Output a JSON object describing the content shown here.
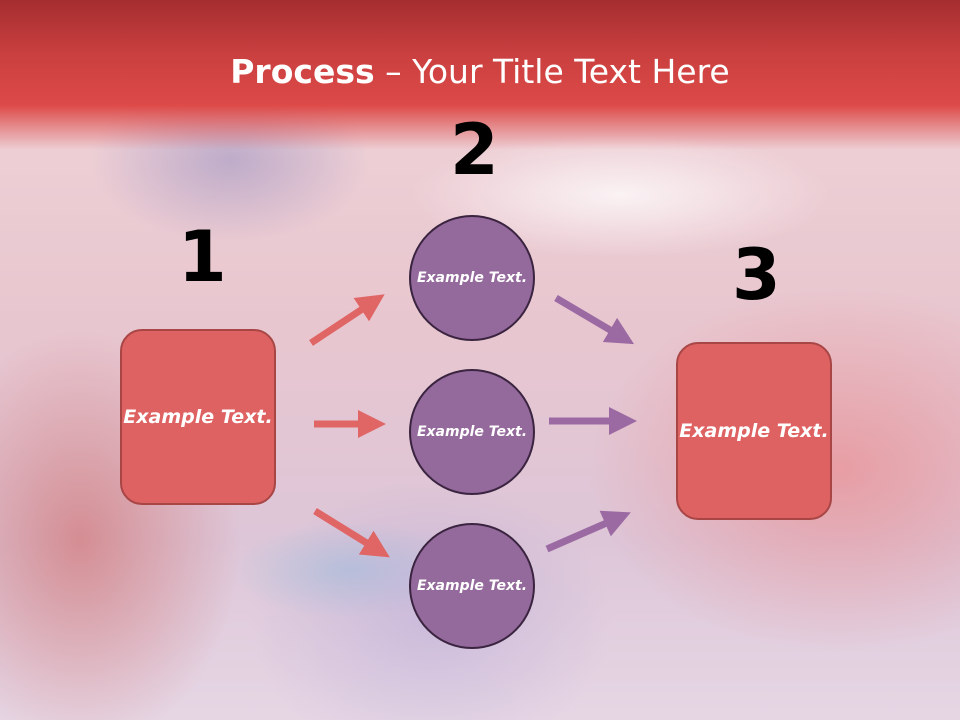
{
  "title": {
    "bold": "Process",
    "rest": " – Your Title Text Here"
  },
  "steps": {
    "one": "1",
    "two": "2",
    "three": "3"
  },
  "boxes": {
    "left": "Example Text.",
    "right": "Example Text."
  },
  "circles": {
    "top": "Example Text.",
    "middle": "Example Text.",
    "bottom": "Example Text."
  },
  "colors": {
    "header": "#dd4a48",
    "box": "#df6262",
    "circle": "#94699b",
    "arrow_red": "#e06565",
    "arrow_purple": "#9b6aa3"
  }
}
